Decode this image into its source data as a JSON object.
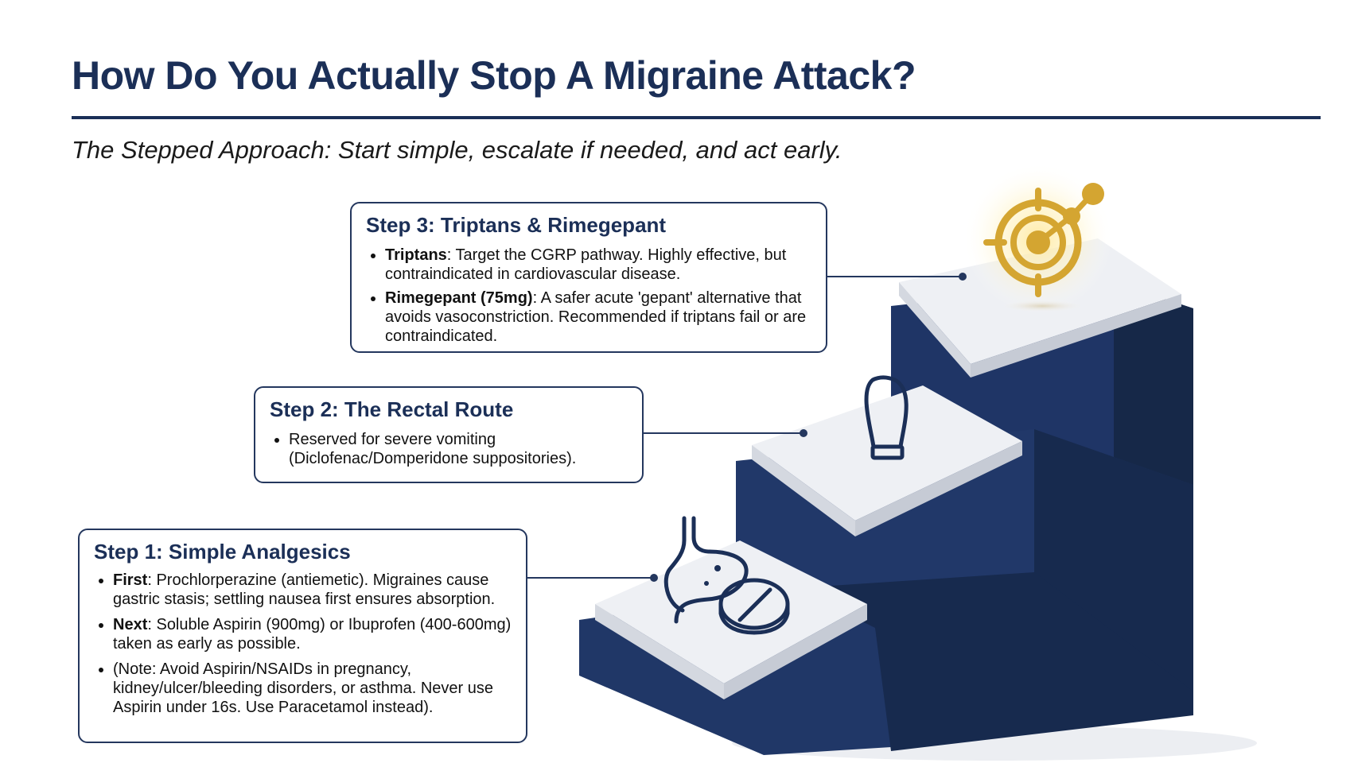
{
  "title": "How Do You Actually Stop A Migraine Attack?",
  "subtitle": "The Stepped Approach: Start simple, escalate if needed, and act early.",
  "steps": [
    {
      "heading": "Step 1: Simple Analgesics",
      "icon": "stomach-and-pill-icon",
      "bullets": [
        {
          "bold": "First",
          "text": ": Prochlorperazine (antiemetic). Migraines cause gastric stasis; settling nausea first ensures absorption."
        },
        {
          "bold": "Next",
          "text": ": Soluble Aspirin (900mg) or Ibuprofen (400-600mg) taken as early as possible."
        },
        {
          "bold": "",
          "text": "(Note: Avoid Aspirin/NSAIDs in pregnancy, kidney/ulcer/bleeding disorders, or asthma. Never use Aspirin under 16s. Use Paracetamol instead)."
        }
      ]
    },
    {
      "heading": "Step 2: The Rectal Route",
      "icon": "suppository-icon",
      "bullets": [
        {
          "bold": "",
          "text": "Reserved for severe vomiting (Diclofenac/Domperidone suppositories)."
        }
      ]
    },
    {
      "heading": "Step 3: Triptans & Rimegepant",
      "icon": "target-molecule-icon",
      "bullets": [
        {
          "bold": "Triptans",
          "text": ": Target the CGRP pathway. Highly effective, but contraindicated in cardiovascular disease."
        },
        {
          "bold": "Rimegepant (75mg)",
          "text": ": A safer acute 'gepant' alternative that avoids vasoconstriction. Recommended if triptans fail or are contraindicated."
        }
      ]
    }
  ],
  "colors": {
    "navy": "#1b2f57",
    "step_side": "#1f3566",
    "step_top": "#eef0f4",
    "gold": "#d4a531"
  }
}
